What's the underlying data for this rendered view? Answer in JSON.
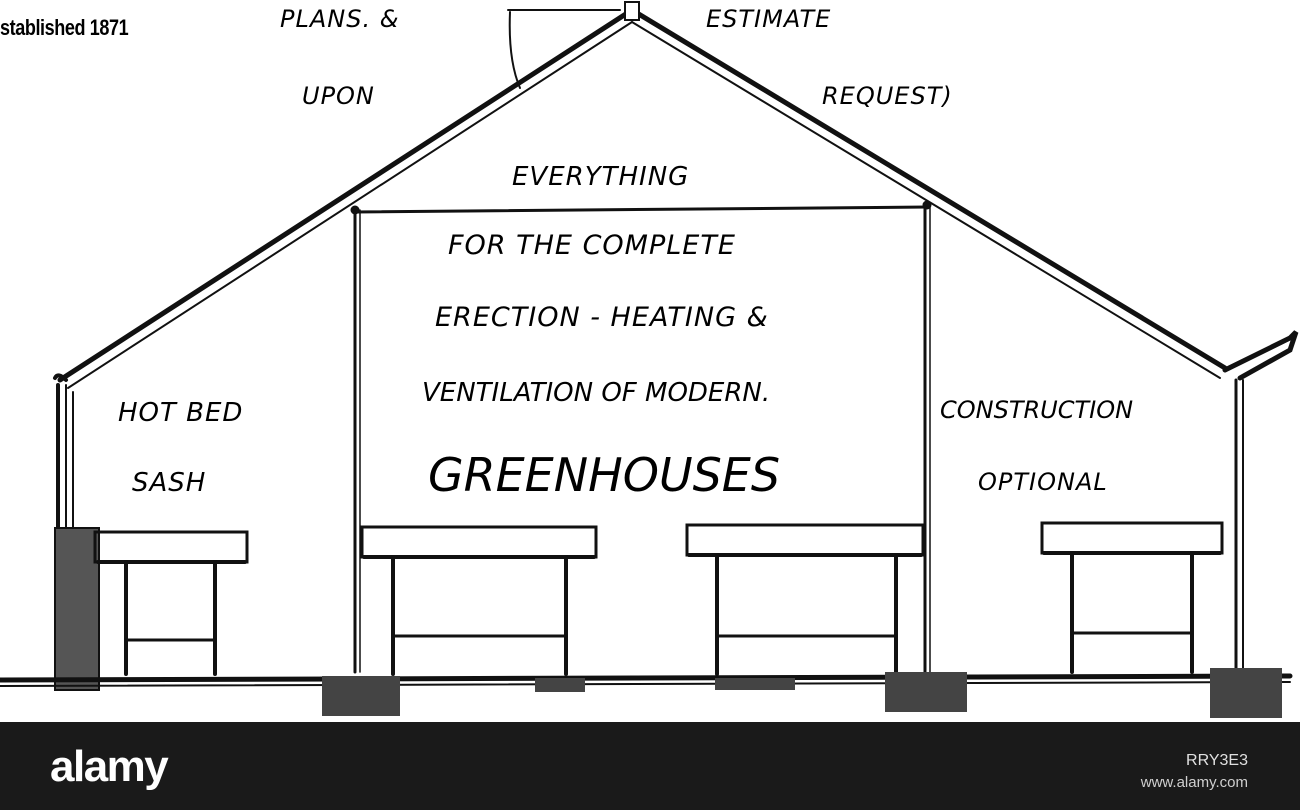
{
  "header": {
    "established": "stablished 1871"
  },
  "roof_text": {
    "plans": "PLANS. &",
    "estimate": "ESTIMATE",
    "upon": "UPON",
    "request": "REQUEST)"
  },
  "center_text": {
    "line1": "EVERYTHING",
    "line2": "FOR THE COMPLETE",
    "line3": "ERECTION - HEATING &",
    "line4": "VENTILATION OF MODERN.",
    "line5": "GREENHOUSES"
  },
  "side_text": {
    "left1": "HOT BED",
    "left2": "SASH",
    "right1": "CONSTRUCTION",
    "right2": "OPTIONAL"
  },
  "footer": {
    "logo": "alamy",
    "image_code": "RRY3E3",
    "watermark": "www.alamy.com"
  }
}
